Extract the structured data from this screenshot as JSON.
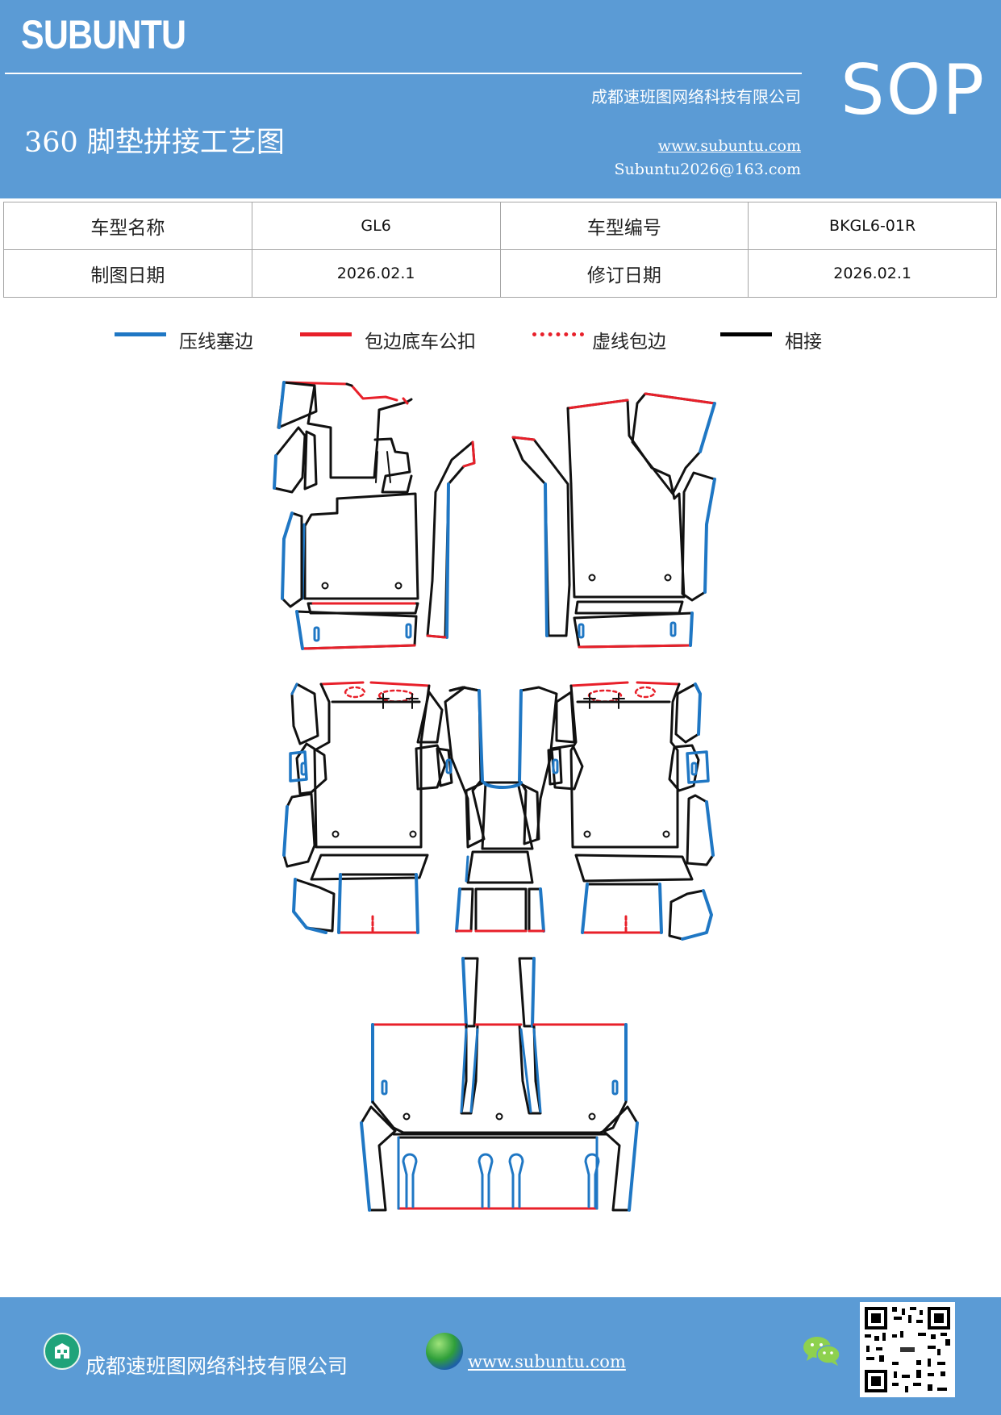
{
  "header": {
    "brand": "SUBUNTU",
    "company": "成都速班图网络科技有限公司",
    "title": "360 脚垫拼接工艺图",
    "website": "www.subuntu.com",
    "email": "Subuntu2026@163.com",
    "badge": "SOP"
  },
  "info_table": {
    "rows": [
      [
        {
          "label": "车型名称"
        },
        {
          "value": "GL6"
        },
        {
          "label": "车型编号"
        },
        {
          "value": "BKGL6-01R"
        }
      ],
      [
        {
          "label": "制图日期"
        },
        {
          "value": "2026.02.1"
        },
        {
          "label": "修订日期"
        },
        {
          "value": "2026.02.1"
        }
      ]
    ]
  },
  "legend": [
    {
      "text": "压线塞边",
      "color": "#1f77c4",
      "style": "solid"
    },
    {
      "text": "包边底车公扣",
      "color": "#e8202a",
      "style": "solid"
    },
    {
      "text": "虚线包边",
      "color": "#e8202a",
      "style": "dotted"
    },
    {
      "text": "相接",
      "color": "#000000",
      "style": "solid"
    }
  ],
  "colors": {
    "header_bg": "#5b9bd5",
    "press_line_blue": "#1f77c4",
    "wrap_red": "#e8202a",
    "joint_black": "#000000"
  },
  "footer": {
    "company": "成都速班图网络科技有限公司",
    "website": "www.subuntu.com",
    "icons": [
      "building-icon",
      "globe-icon",
      "wechat-icon",
      "qr-code"
    ]
  }
}
